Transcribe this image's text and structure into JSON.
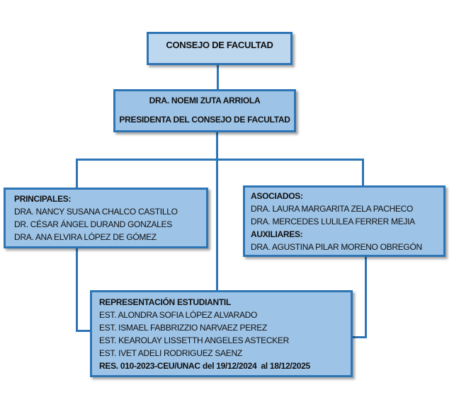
{
  "council": {
    "title": "CONSEJO DE FACULTAD"
  },
  "president": {
    "name": "DRA. NOEMI ZUTA ARRIOLA",
    "role": "PRESIDENTA DEL CONSEJO DE FACULTAD"
  },
  "principales": {
    "heading": "PRINCIPALES:",
    "members": [
      "DRA. NANCY SUSANA CHALCO CASTILLO",
      "DR. CÉSAR ÁNGEL DURAND GONZALES",
      "DRA. ANA ELVIRA LÓPEZ DE GÓMEZ"
    ]
  },
  "asociados": {
    "heading": "ASOCIADOS:",
    "members": [
      "DRA. LAURA MARGARITA ZELA PACHECO",
      "DRA. MERCEDES LULILEA FERRER MEJIA"
    ]
  },
  "auxiliares": {
    "heading": "AUXILIARES:",
    "members": [
      "DRA. AGUSTINA PILAR MORENO OBREGÓN"
    ]
  },
  "estudiantes": {
    "heading": "REPRESENTACIÓN ESTUDIANTIL",
    "members": [
      "EST. ALONDRA SOFIA LÓPEZ ALVARADO",
      "EST. ISMAEL FABBRIZZIO NARVAEZ PEREZ",
      "EST. KEAROLAY LISSETTH ANGELES ASTECKER",
      "EST. IVET ADELI RODRIGUEZ SAENZ"
    ],
    "resolution": "RES. 010-2023-CEU/UNAC del 19/12/2024  al 18/12/2025"
  },
  "colors": {
    "line": "#2e75b6",
    "fill": "#9dc3e6",
    "fill_top": "#bdd7ee"
  }
}
